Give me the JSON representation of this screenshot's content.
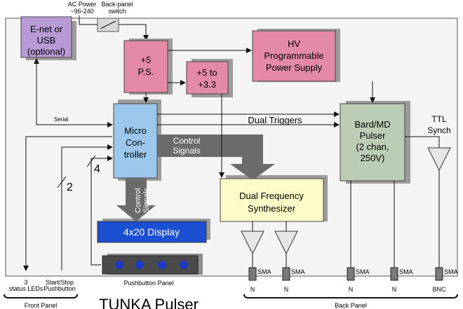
{
  "title": "TUNKA Pulser",
  "labels": {
    "ac_power_1": "AC Power",
    "ac_power_2": "~96-240",
    "switch_1": "Back-panel",
    "switch_2": "switch",
    "serial": "Serial",
    "dual_triggers": "Dual Triggers",
    "ttl_1": "TTL",
    "ttl_2": "Synch",
    "control_signals_1": "Control",
    "control_signals_2": "Signals",
    "control_v1": "Control",
    "control_v2": "Signals",
    "bus_2": "2",
    "bus_4": "4",
    "leds_1": "3",
    "leds_2": "status LEDs",
    "startstop_1": "Start/Stop",
    "startstop_2": "Pushbutton",
    "pushbutton_panel": "Pushbutton Panel",
    "front_panel": "Front Panel",
    "back_panel": "Back Panel"
  },
  "blocks": {
    "enet": [
      "E-net or",
      "USB",
      "(optional)"
    ],
    "ps5": [
      "+5",
      "P.S."
    ],
    "ps33": [
      "+5 to",
      "+3.3"
    ],
    "hv": [
      "HV",
      "Programmable",
      "Power Supply"
    ],
    "micro": [
      "Micro",
      "Con-",
      "troller"
    ],
    "bard": [
      "Bard/MD",
      "Pulser",
      "(2 chan,",
      "250V)"
    ],
    "synth": [
      "Dual Frequency",
      "Synthesizer"
    ],
    "display": "4x20 Display"
  },
  "connectors": [
    {
      "type": "SMA",
      "plug": "N"
    },
    {
      "type": "SMA",
      "plug": "N"
    },
    {
      "type": "SMA",
      "plug": "N"
    },
    {
      "type": "SMA",
      "plug": "N"
    },
    {
      "type": "SMA",
      "plug": "BNC"
    }
  ],
  "colors": {
    "enet": "#b79ad6",
    "power": "#e58aa6",
    "micro": "#9cc7ea",
    "bard": "#bccdb5",
    "synth": "#fdfbc8",
    "display": "#1b4fd1",
    "shadow": "#9c9c9c",
    "bus": "#6b6b6b",
    "panel": "#4a4a4a",
    "button": "#1c38c8"
  }
}
